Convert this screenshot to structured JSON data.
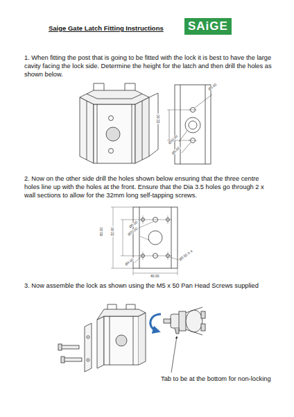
{
  "diagram": {
    "title": "Saige Gate Latch Fitting Instructions",
    "nodes": [
      {
        "text": [
          "SAiGE"
        ]
      }
    ],
    "labels": [
      "1. When fitting the post that is going to be fitted with the lock it is best to have the large cavity facing the lock side. Determine the height for the latch and then drill the holes as shown below.",
      "Ø5.00",
      "32.00",
      "Ø20.00",
      "Ø5.00",
      "2. Now on the other side drill the holes shown below ensuring that the three centre holes line up with the holes at the front. Ensure that the Dia 3.5 holes go through 2 x wall sections to allow for the 32mm long self-tapping screws.",
      "65.00",
      "32.00",
      "Ø5.00",
      "Ø20.00",
      "Ø4.00",
      "Ø3.50 X 4",
      "40.00",
      "3. Now assemble the lock as shown using the M5 x 50 Pan Head Screws supplied",
      "Tab to be at the bottom for non-locking"
    ]
  }
}
